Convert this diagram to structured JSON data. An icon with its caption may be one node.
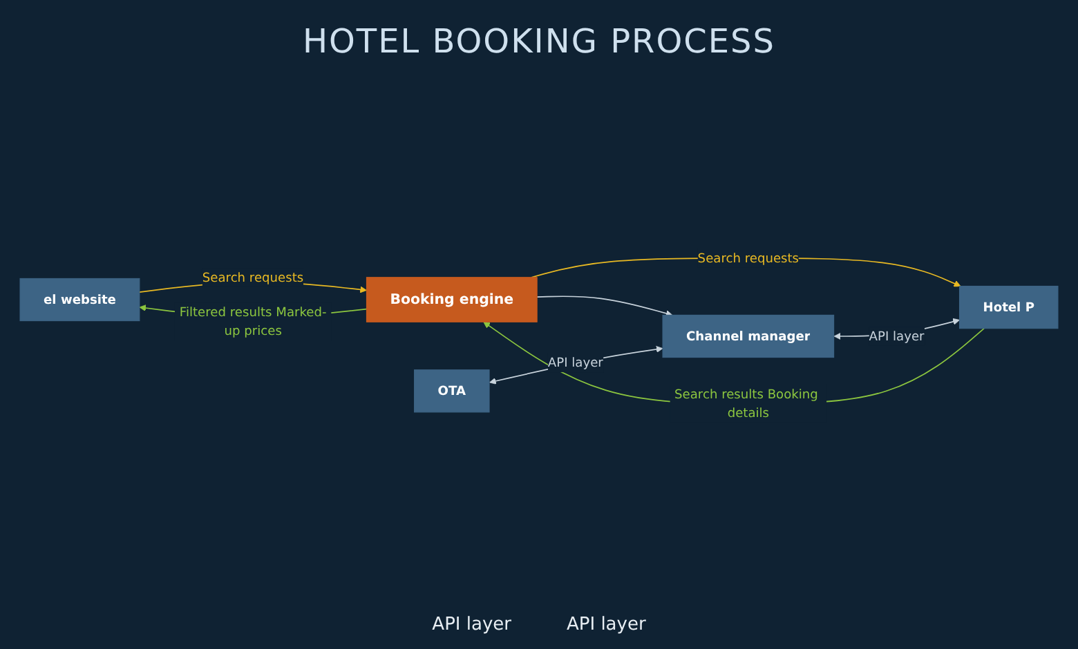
{
  "diagram": {
    "title": "HOTEL BOOKING PROCESS",
    "nodes": [
      {
        "text": [
          "el website"
        ]
      },
      {
        "text": [
          "Booking engine"
        ]
      },
      {
        "text": [
          "Hotel P"
        ]
      },
      {
        "text": [
          "OTA"
        ]
      },
      {
        "text": [
          "Channel manager"
        ]
      }
    ],
    "edges": [
      {
        "from": 0,
        "to": 1,
        "arrow": "to",
        "label": "Search requests",
        "color": "#e8b923"
      },
      {
        "from": 1,
        "to": 0,
        "arrow": "to",
        "label": "Filtered results Marked-up prices",
        "color": "#8cc63f"
      },
      {
        "from": 1,
        "to": 2,
        "arrow": "to",
        "label": "Search requests",
        "color": "#e8b923"
      },
      {
        "from": 2,
        "to": 1,
        "arrow": "to",
        "label": "Search results Booking details",
        "color": "#8cc63f"
      },
      {
        "from": 1,
        "to": 4,
        "arrow": "to"
      },
      {
        "from": 3,
        "to": 4,
        "arrow": "both",
        "label": "API layer"
      },
      {
        "from": 4,
        "to": 2,
        "arrow": "both",
        "label": "API layer"
      }
    ],
    "labels": [
      "API layer",
      "API layer"
    ]
  }
}
